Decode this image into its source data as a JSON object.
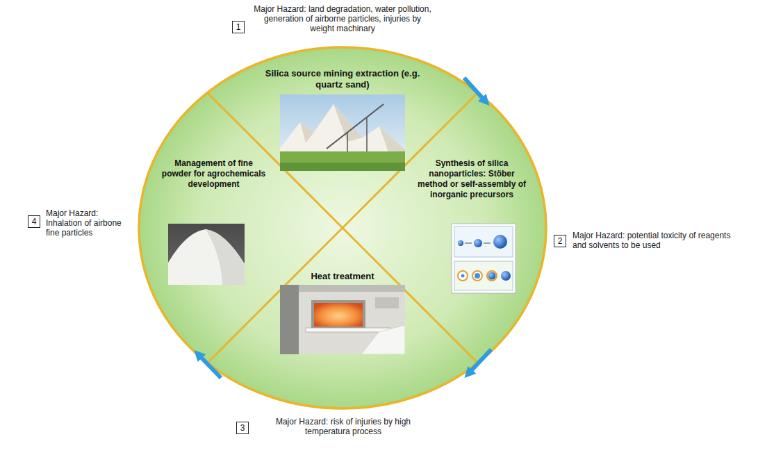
{
  "diagram": {
    "nodes": [
      {
        "text": [
          "1"
        ]
      },
      {
        "text": [
          "Silica source mining extraction (e.g. quartz sand)"
        ]
      },
      {
        "text": [
          "Management of fine powder for agrochemicals development"
        ]
      },
      {
        "text": [
          "Synthesis of silica nanoparticles: Stöber method or self-assembly of inorganic precursors"
        ]
      },
      {
        "text": [
          "4"
        ]
      },
      {
        "text": [
          "2"
        ]
      },
      {
        "text": [
          "Heat treatment"
        ]
      },
      {
        "text": [
          "3"
        ]
      }
    ],
    "labels": [
      "Major Hazard: land degradation, water pollution, generation of airborne particles, injuries by weight machinary",
      "Major Hazard: Inhalation of airbone fine particles",
      "Major Hazard: potential toxicity of reagents and solvents to be used",
      "Major Hazard: risk of injuries by high temperatura process"
    ]
  }
}
